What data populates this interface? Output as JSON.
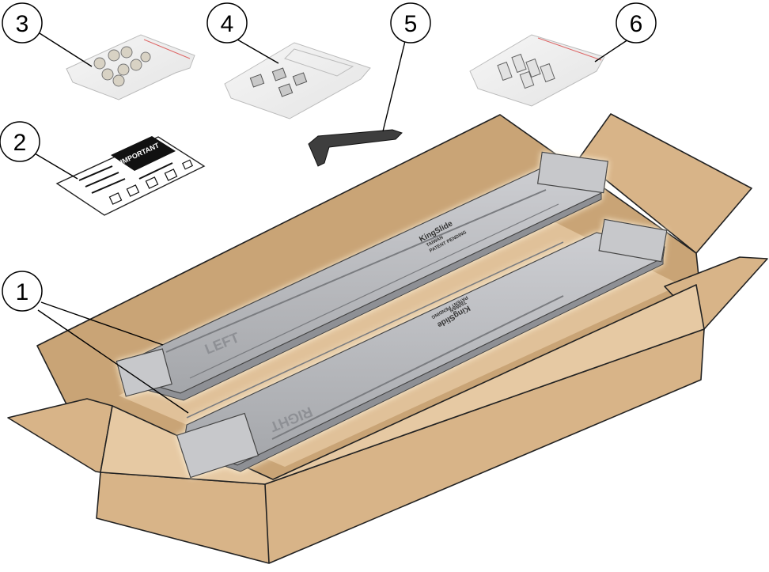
{
  "callouts": [
    {
      "label": "1"
    },
    {
      "label": "2"
    },
    {
      "label": "3"
    },
    {
      "label": "4"
    },
    {
      "label": "5"
    },
    {
      "label": "6"
    }
  ],
  "rail_left": {
    "stamp": "LEFT",
    "brand": "KingSlide",
    "line1": "TAIWAN",
    "line2": "PATENT PENDING"
  },
  "rail_right": {
    "stamp": "RIGHT",
    "brand": "KingSlide",
    "line1": "TAIWAN",
    "line2": "PATENT PENDING"
  },
  "card": {
    "heading": "IMPORTANT"
  },
  "colors": {
    "cardboard": "#d8b488",
    "cardboard_dark": "#c9a476",
    "cardboard_inner": "#e6c9a3",
    "rail": "#b6b7bb",
    "rail_dark": "#8e9095",
    "strap": "#3e3e3e"
  }
}
